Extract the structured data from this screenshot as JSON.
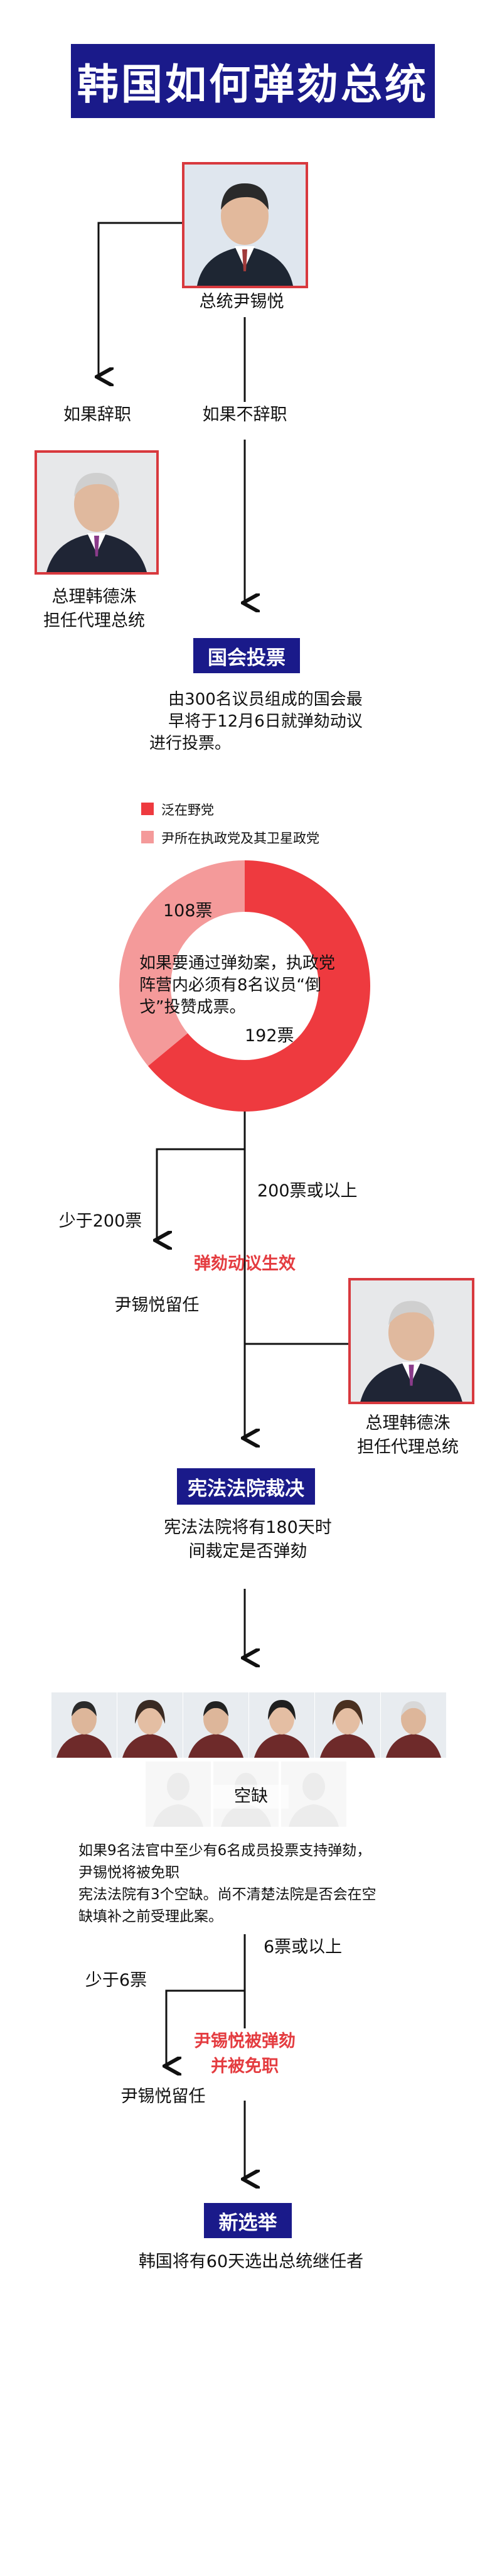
{
  "title": "韩国如何弹劾总统",
  "president": {
    "caption": "总统尹锡悦"
  },
  "branches_top": {
    "resign": "如果辞职",
    "not_resign": "如果不辞职"
  },
  "acting_pm_1": {
    "line1": "总理韩德洙",
    "line2": "担任代理总统"
  },
  "step1": {
    "label": "国会投票",
    "desc_lines": [
      "由300名议员组成的国会最",
      "早将于12月6日就弹劾动议",
      "进行投票。"
    ]
  },
  "legend": {
    "item1": "泛在野党",
    "item2": "尹所在执政党及其卫星政党",
    "color1": "#ee3a3f",
    "color2": "#f49a9a"
  },
  "donut": {
    "label_small": "108票",
    "label_large": "192票",
    "center_lines": [
      "如果要通过弹劾案，执政党",
      "阵营内必须有8名议员“倒",
      "戈”投赞成票。"
    ],
    "values": [
      192,
      108
    ],
    "colors": [
      "#ee3a3f",
      "#f49a9a"
    ]
  },
  "branch2": {
    "less": "少于200票",
    "more": "200票或以上",
    "effect": "弹劾动议生效",
    "stay": "尹锡悦留任"
  },
  "acting_pm_2": {
    "line1": "总理韩德洙",
    "line2": "担任代理总统"
  },
  "step2": {
    "label": "宪法法院裁决",
    "desc_lines": [
      "宪法法院将有180天时",
      "间裁定是否弹劾"
    ]
  },
  "vacant_label": "空缺",
  "court_para": [
    "如果9名法官中至少有6名成员投票支持弹劾，",
    "尹锡悦将被免职",
    "宪法法院有3个空缺。尚不清楚法院是否会在空",
    "缺填补之前受理此案。"
  ],
  "branch3": {
    "less": "少于6票",
    "more": "6票或以上",
    "outcome_line1": "尹锡悦被弹劾",
    "outcome_line2": "并被免职",
    "stay": "尹锡悦留任"
  },
  "step3": {
    "label": "新选举",
    "desc": "韩国将有60天选出总统继任者"
  }
}
